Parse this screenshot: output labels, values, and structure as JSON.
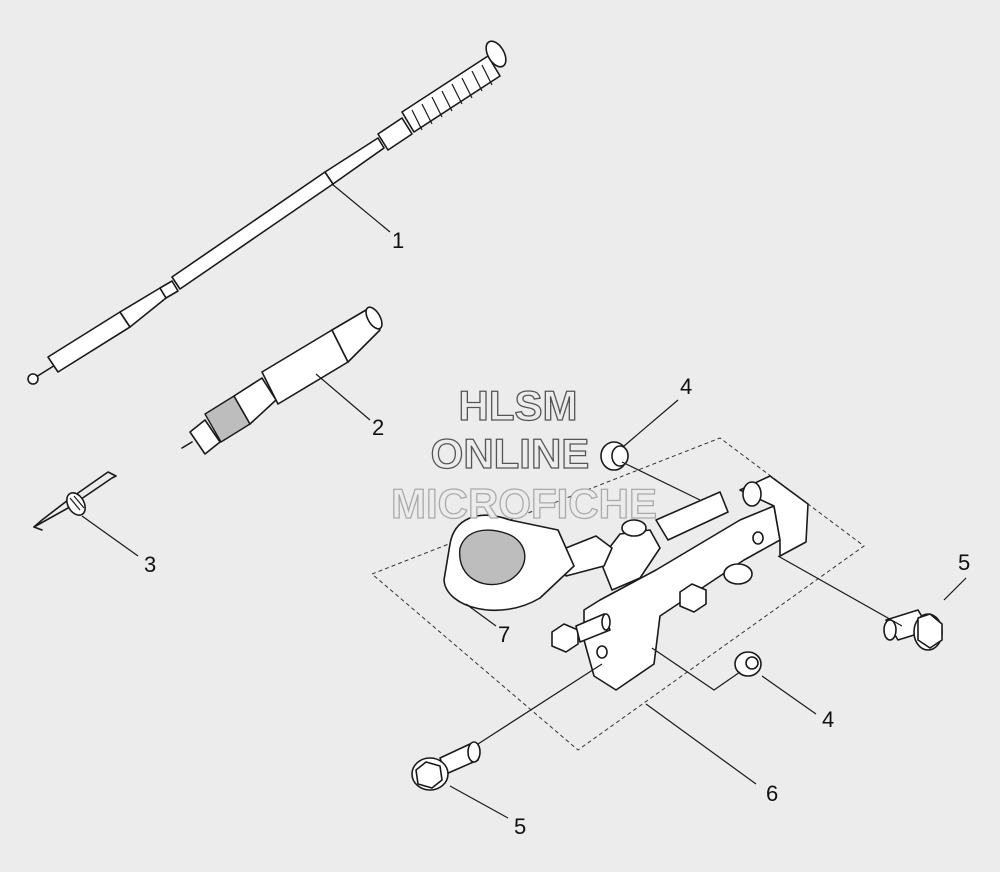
{
  "watermark": {
    "line1": "HLSM",
    "line2": "ONLINE",
    "line3": "MICROFICHE"
  },
  "callouts": [
    {
      "id": "1",
      "text": "1"
    },
    {
      "id": "2",
      "text": "2"
    },
    {
      "id": "3",
      "text": "3"
    },
    {
      "id": "4a",
      "text": "4"
    },
    {
      "id": "4b",
      "text": "4"
    },
    {
      "id": "5a",
      "text": "5"
    },
    {
      "id": "5b",
      "text": "5"
    },
    {
      "id": "6",
      "text": "6"
    },
    {
      "id": "7",
      "text": "7"
    }
  ],
  "colors": {
    "background": "#ececec",
    "line": "#1a1a1a",
    "shade": "#bdbdbd"
  }
}
